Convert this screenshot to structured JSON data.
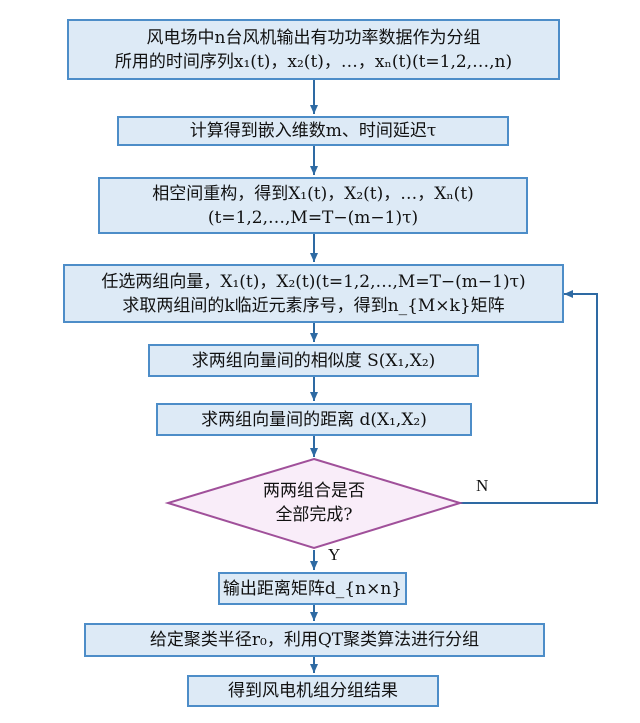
{
  "steps": {
    "s1": {
      "line1": "风电场中n台风机输出有功功率数据作为分组",
      "line2": "所用的时间序列x₁(t)，x₂(t)，…，xₙ(t)(t=1,2,…,n)"
    },
    "s2": {
      "line1": "计算得到嵌入维数m、时间延迟τ"
    },
    "s3": {
      "line1": "相空间重构，得到X₁(t)，X₂(t)，…，Xₙ(t)",
      "line2": "(t=1,2,…,M=T−(m−1)τ)"
    },
    "s4": {
      "line1": "任选两组向量，X₁(t)，X₂(t)(t=1,2,…,M=T−(m−1)τ)",
      "line2": "求取两组间的k临近元素序号，得到n_{M×k}矩阵"
    },
    "s5": {
      "line1": "求两组向量间的相似度 S(X₁,X₂)"
    },
    "s6": {
      "line1": "求两组向量间的距离 d(X₁,X₂)"
    },
    "decision": {
      "line1": "两两组合是否",
      "line2": "全部完成?"
    },
    "s8": {
      "line1": "输出距离矩阵d_{n×n}"
    },
    "s9": {
      "line1": "给定聚类半径r₀，利用QT聚类算法进行分组"
    },
    "s10": {
      "line1": "得到风电机组分组结果"
    }
  },
  "branches": {
    "no": "N",
    "yes": "Y"
  },
  "colors": {
    "box_fill": "#ddeaf6",
    "box_border": "#4d8dc8",
    "arrow": "#2e6aa3",
    "diamond_fill": "#f9edf9",
    "diamond_border": "#a0509a"
  }
}
